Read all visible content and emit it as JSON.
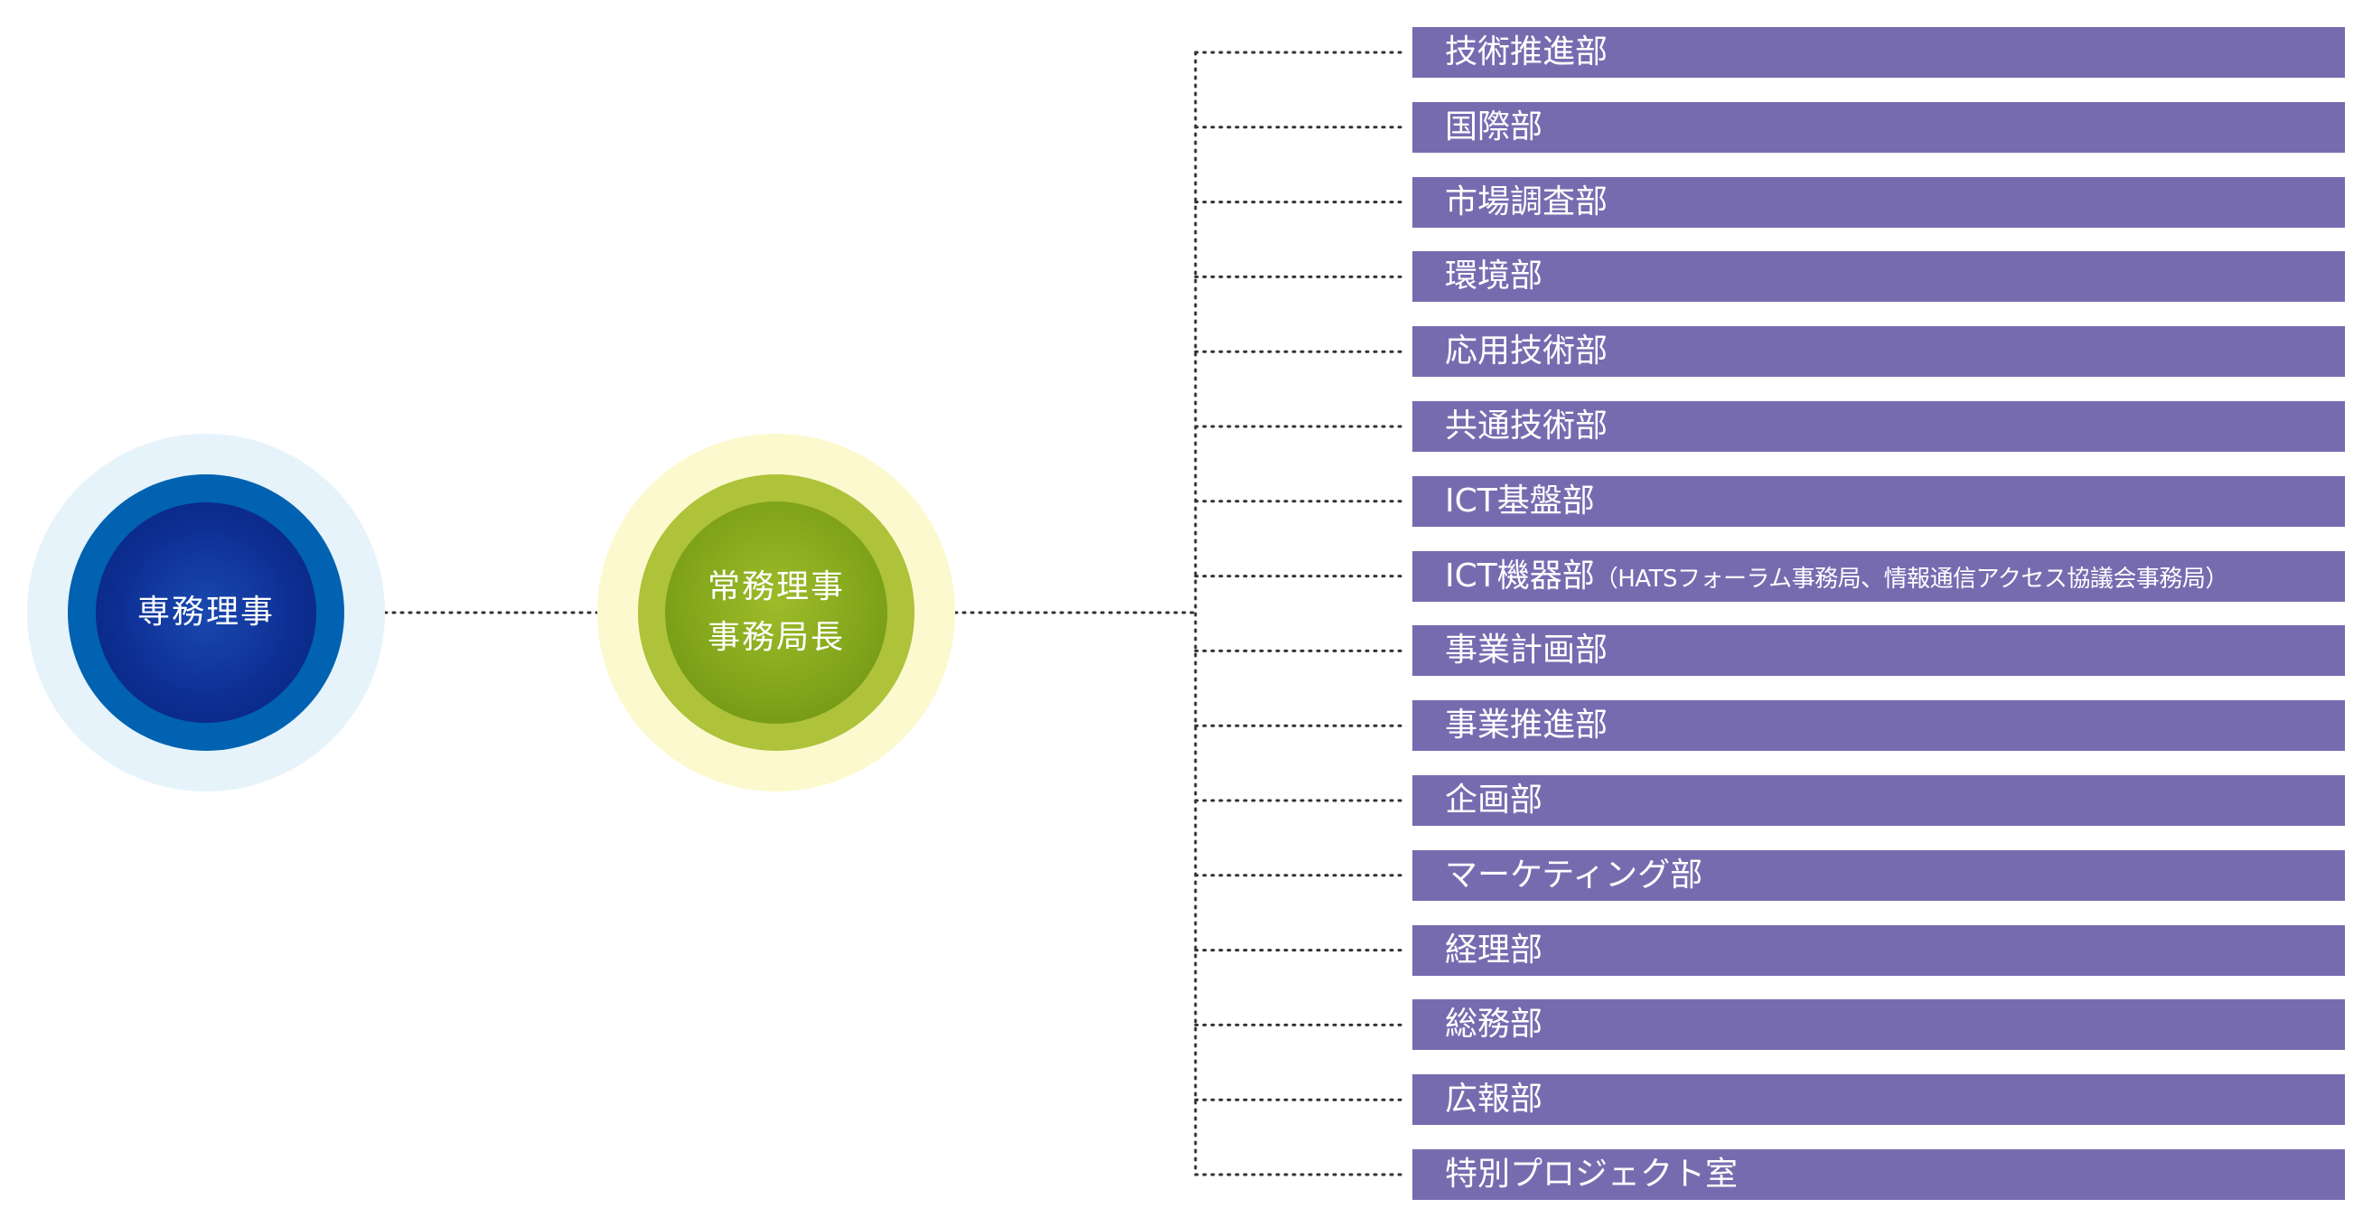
{
  "executive": {
    "label": "専務理事"
  },
  "managing": {
    "line1": "常務理事",
    "line2": "事務局長"
  },
  "departments": [
    {
      "label": "技術推進部",
      "note": ""
    },
    {
      "label": "国際部",
      "note": ""
    },
    {
      "label": "市場調査部",
      "note": ""
    },
    {
      "label": "環境部",
      "note": ""
    },
    {
      "label": "応用技術部",
      "note": ""
    },
    {
      "label": "共通技術部",
      "note": ""
    },
    {
      "label": "ICT基盤部",
      "note": ""
    },
    {
      "label": "ICT機器部",
      "note": "（HATSフォーラム事務局、情報通信アクセス協議会事務局）"
    },
    {
      "label": "事業計画部",
      "note": ""
    },
    {
      "label": "事業推進部",
      "note": ""
    },
    {
      "label": "企画部",
      "note": ""
    },
    {
      "label": "マーケティング部",
      "note": ""
    },
    {
      "label": "経理部",
      "note": ""
    },
    {
      "label": "総務部",
      "note": ""
    },
    {
      "label": "広報部",
      "note": ""
    },
    {
      "label": "特別プロジェクト室",
      "note": ""
    }
  ],
  "colors": {
    "department_fill": "#776bb0",
    "executive_ring": "#0062b0",
    "executive_core": "#0d2f94",
    "executive_halo": "#e6f3fb",
    "managing_ring": "#aec23a",
    "managing_core": "#82a51b",
    "managing_halo": "#fcf9cf",
    "connector": "#333333"
  }
}
